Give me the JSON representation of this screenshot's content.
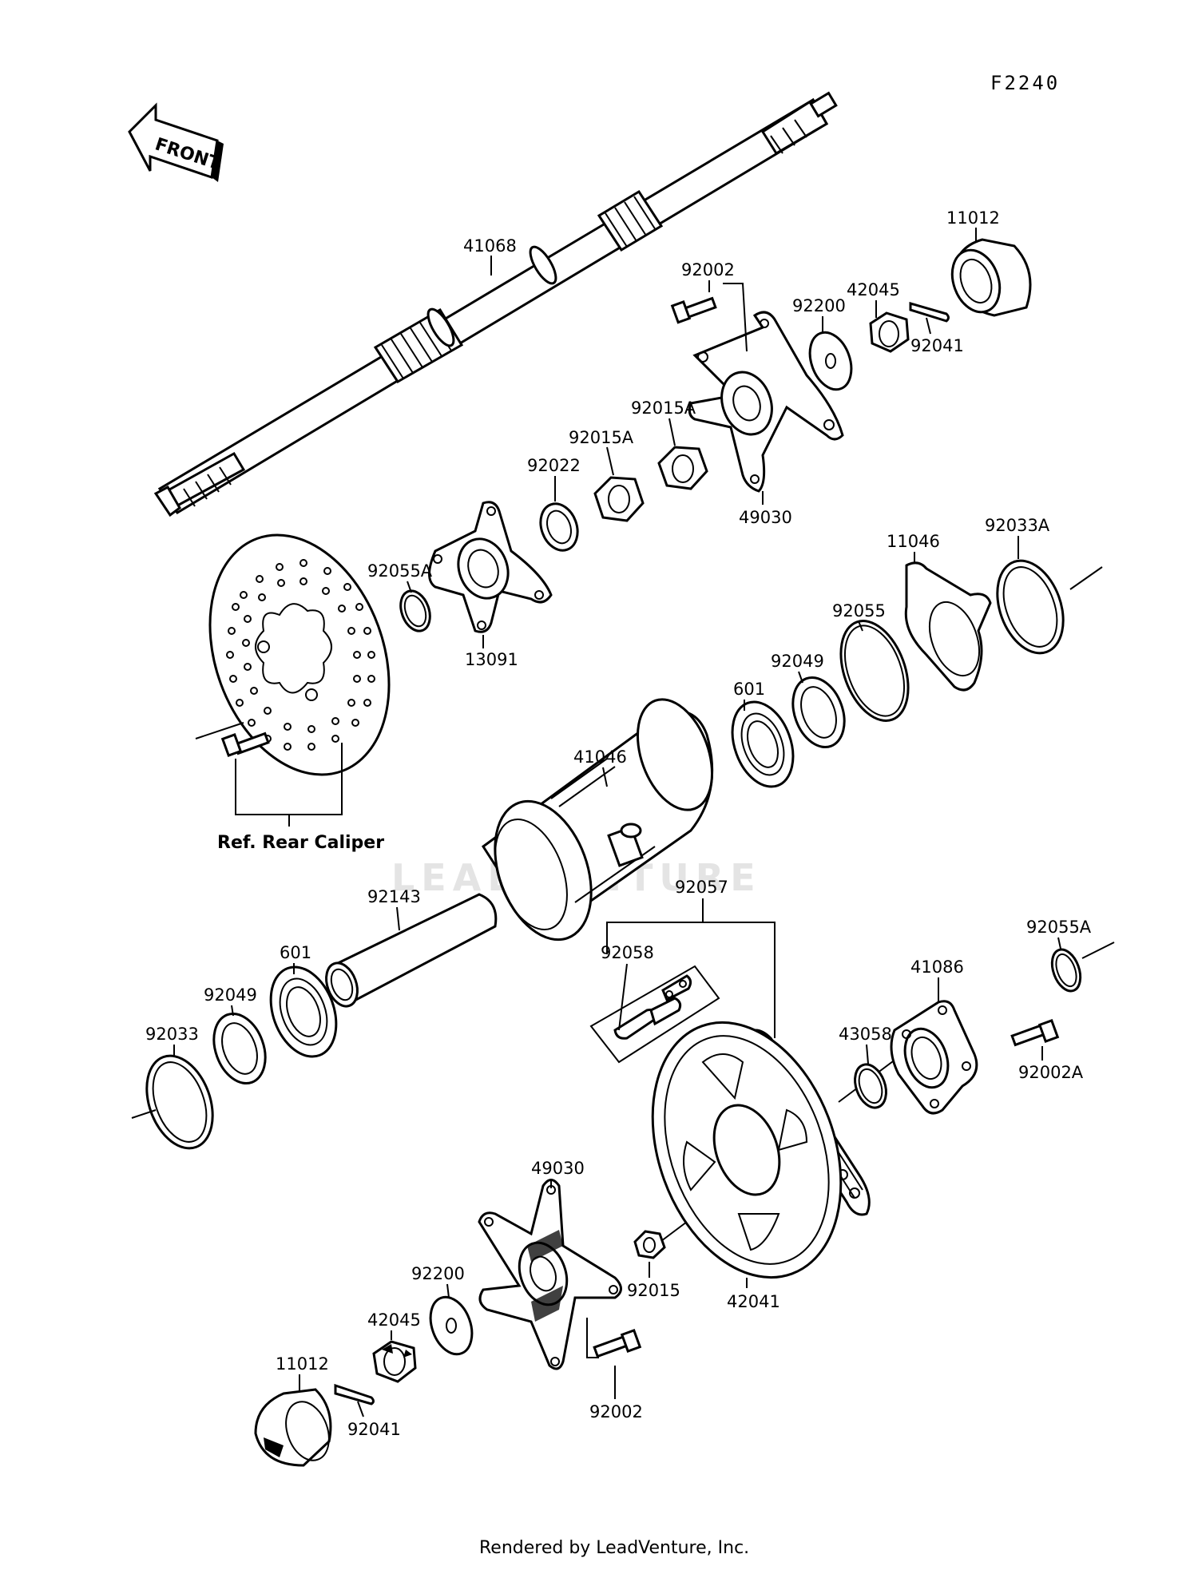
{
  "figure_id": "F2240",
  "direction_label": "FRONT",
  "watermark": "LEADVENTURE",
  "footer": "Rendered by LeadVenture, Inc.",
  "reference_note": "Ref. Rear Caliper",
  "callouts": {
    "p41068": "41068",
    "p11012_top": "11012",
    "p92002_top": "92002",
    "p42045_top": "42045",
    "p92200_top": "92200",
    "p92041_top": "92041",
    "p92015A_a": "92015A",
    "p92015A_b": "92015A",
    "p92022": "92022",
    "p49030_top": "49030",
    "p92055A_left": "92055A",
    "p13091": "13091",
    "p11046": "11046",
    "p92033A": "92033A",
    "p92055": "92055",
    "p92049_right": "92049",
    "p601_right": "601",
    "p41046": "41046",
    "p92057": "92057",
    "p92143": "92143",
    "p601_left": "601",
    "p92049_left": "92049",
    "p92033": "92033",
    "p92058": "92058",
    "p92055A_right": "92055A",
    "p41086": "41086",
    "p43058": "43058",
    "p92002A": "92002A",
    "p49030_bottom": "49030",
    "p92200_bottom": "92200",
    "p42045_bottom": "42045",
    "p11012_bottom": "11012",
    "p92041_bottom": "92041",
    "p92015": "92015",
    "p42041": "42041",
    "p92002_bottom": "92002"
  }
}
